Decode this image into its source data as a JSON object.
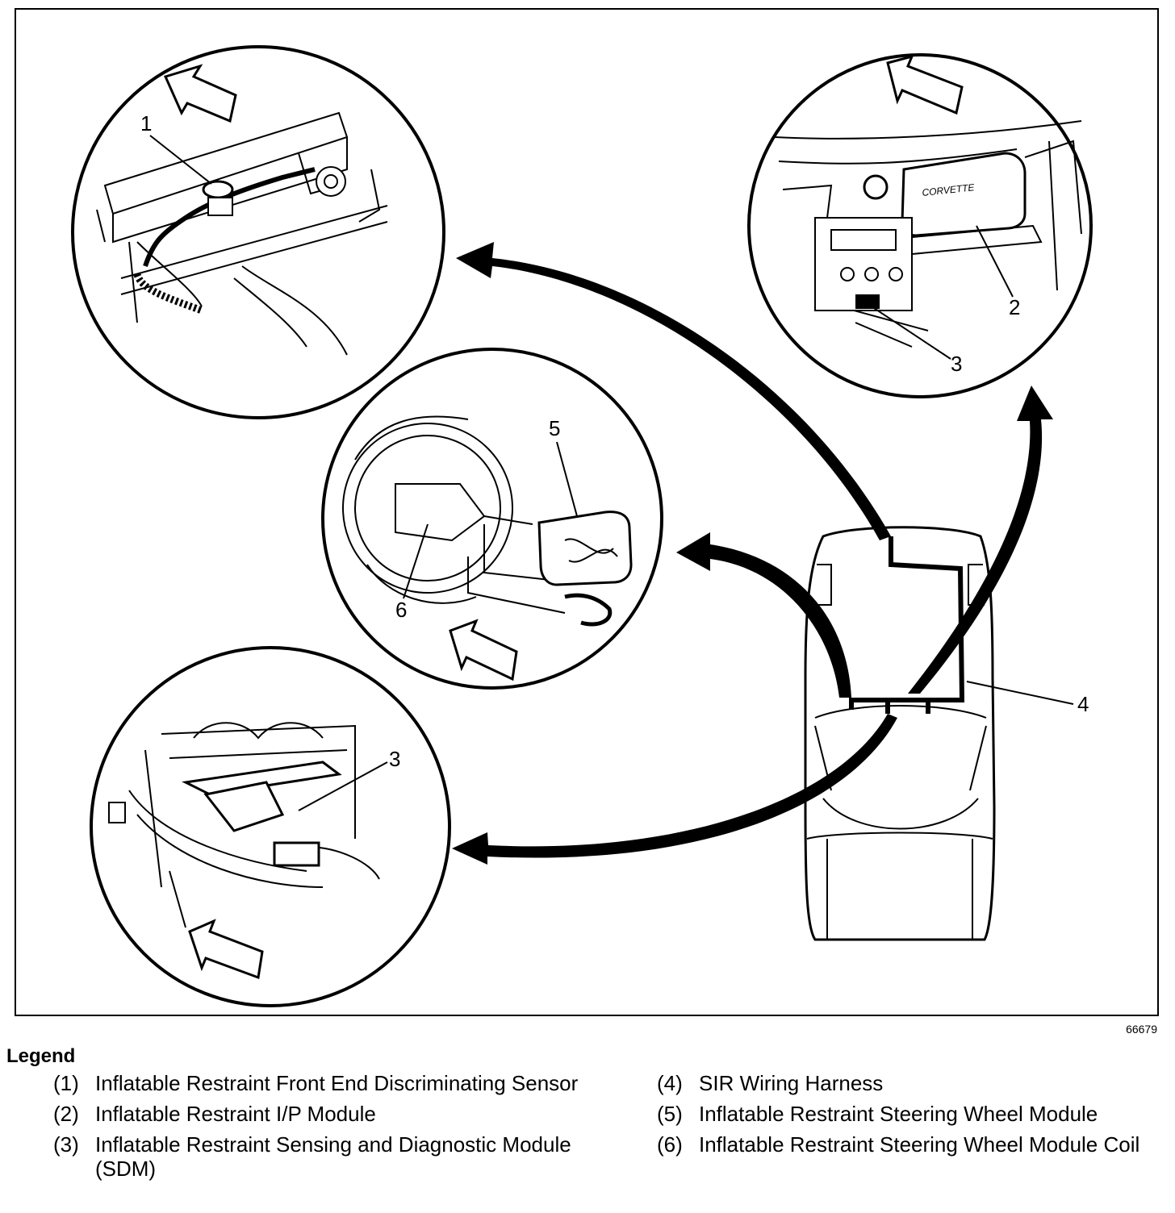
{
  "figure_id": "66679",
  "callouts": {
    "c1": "1",
    "c2": "2",
    "c3_ip": "3",
    "c3_console": "3",
    "c4": "4",
    "c5": "5",
    "c6": "6"
  },
  "dash_label": "CORVETTE",
  "legend": {
    "title": "Legend",
    "left": [
      {
        "num": "(1)",
        "text": "Inflatable Restraint Front End Discriminating Sensor"
      },
      {
        "num": "(2)",
        "text": "Inflatable Restraint I/P Module"
      },
      {
        "num": "(3)",
        "text": "Inflatable Restraint Sensing and Diagnostic Module (SDM)"
      }
    ],
    "right": [
      {
        "num": "(4)",
        "text": "SIR Wiring Harness"
      },
      {
        "num": "(5)",
        "text": "Inflatable Restraint Steering Wheel Module"
      },
      {
        "num": "(6)",
        "text": "Inflatable Restraint Steering Wheel Module Coil"
      }
    ]
  }
}
